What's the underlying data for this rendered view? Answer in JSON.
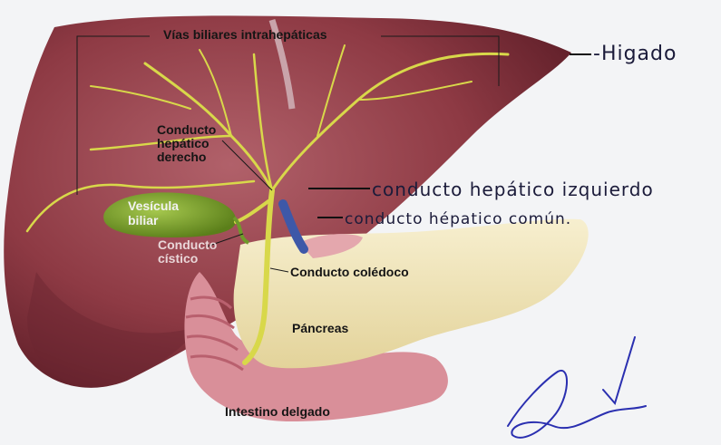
{
  "labels": {
    "vias_biliares": "Vías biliares intrahepáticas",
    "conducto_hepatico_derecho": [
      "Conducto",
      "hepático",
      "derecho"
    ],
    "vesicula_biliar": [
      "Vesícula",
      "biliar"
    ],
    "conducto_cistico": [
      "Conducto",
      "cístico"
    ],
    "conducto_coledoco": "Conducto colédoco",
    "pancreas": "Páncreas",
    "intestino_delgado": "Intestino delgado"
  },
  "handwritten": {
    "higado": "-Higado",
    "conducto_hepatico_izquierdo": "conducto hepático izquierdo",
    "conducto_hepatico_comun": "conducto hépatico común."
  },
  "colors": {
    "liver": "#8e3a44",
    "liver_dark": "#6a2530",
    "bile_duct": "#d8d84a",
    "gallbladder": "#7aa02c",
    "pancreas": "#f1e6b8",
    "intestine": "#d98f99",
    "pen": "#2a2fb0"
  }
}
